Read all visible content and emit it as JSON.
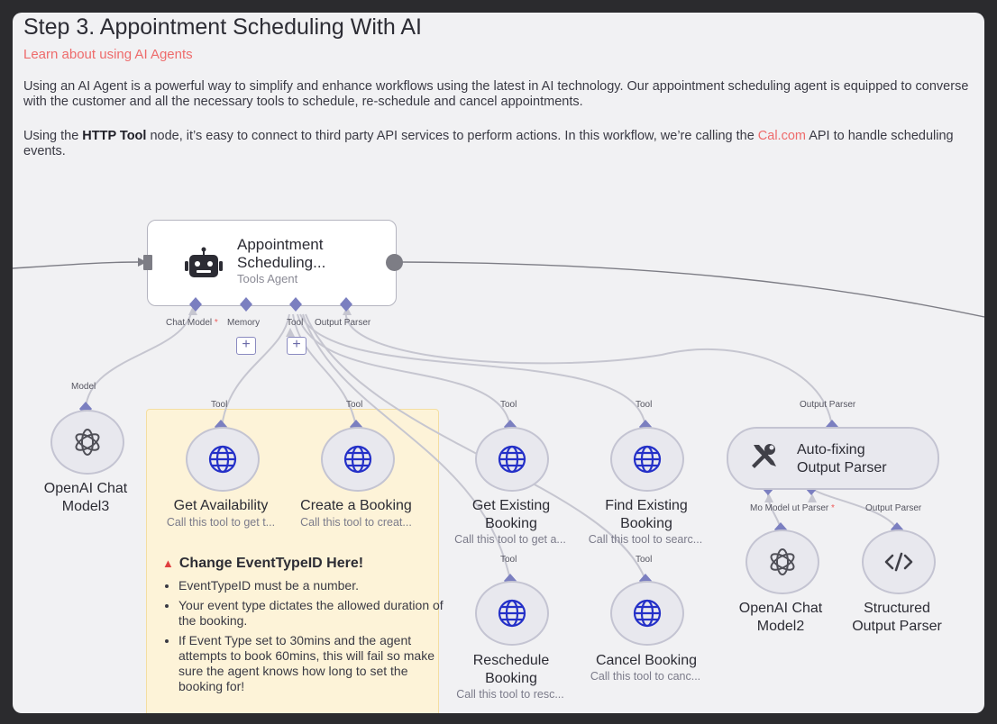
{
  "header": {
    "title": "Step 3. Appointment Scheduling With AI",
    "learn_link": "Learn about using AI Agents",
    "para1": "Using an AI Agent is a powerful way to simplify and enhance workflows using the latest in AI technology. Our appointment scheduling agent is equipped to converse with the customer and all the necessary tools to schedule, re-schedule and cancel appointments.",
    "para2_before": "Using the ",
    "para2_bold": "HTTP Tool",
    "para2_middle": " node, it’s easy to connect to third party API services to perform actions. In this workflow, we’re calling the ",
    "para2_link": "Cal.com",
    "para2_after": " API to handle scheduling events."
  },
  "agent": {
    "name_line1": "Appointment",
    "name_line2": "Scheduling...",
    "subtitle": "Tools Agent",
    "ports": {
      "chat_model": "Chat Model",
      "required": "*",
      "memory": "Memory",
      "tool": "Tool",
      "output_parser": "Output Parser"
    }
  },
  "edge_labels": {
    "model": "Model",
    "tool": "Tool",
    "output_parser": "Output Parser"
  },
  "nodes": {
    "openai3": {
      "line1": "OpenAI Chat",
      "line2": "Model3"
    },
    "get_availability": {
      "name": "Get Availability",
      "desc": "Call this tool to get t..."
    },
    "create_booking": {
      "name": "Create a Booking",
      "desc": "Call this tool to creat..."
    },
    "get_existing": {
      "line1": "Get Existing",
      "line2": "Booking",
      "desc": "Call this tool to get a..."
    },
    "find_existing": {
      "line1": "Find Existing",
      "line2": "Booking",
      "desc": "Call this tool to searc..."
    },
    "reschedule": {
      "line1": "Reschedule",
      "line2": "Booking",
      "desc": "Call this tool to resc..."
    },
    "cancel": {
      "name": "Cancel Booking",
      "desc": "Call this tool to canc..."
    },
    "autofix": {
      "line1": "Auto-fixing",
      "line2": "Output Parser",
      "port_model": "Mo Model ut Parser",
      "port_parser": "Output Parser",
      "required": "*"
    },
    "openai2": {
      "line1": "OpenAI Chat",
      "line2": "Model2"
    },
    "structured": {
      "line1": "Structured",
      "line2": "Output Parser"
    }
  },
  "sticky": {
    "heading": "Change EventTypeID Here!",
    "items": [
      "EventTypeID must be a number.",
      "Your event type dictates the allowed duration of the booking.",
      "If Event Type set to 30mins and the agent attempts to book 60mins, this will fail so make sure the agent knows how long to set the booking for!"
    ]
  },
  "colors": {
    "accent_link": "#ee6b6b",
    "port_diamond": "#7b7fc0",
    "globe_icon": "#2430c8",
    "sticky_bg": "#fdf3d8"
  }
}
